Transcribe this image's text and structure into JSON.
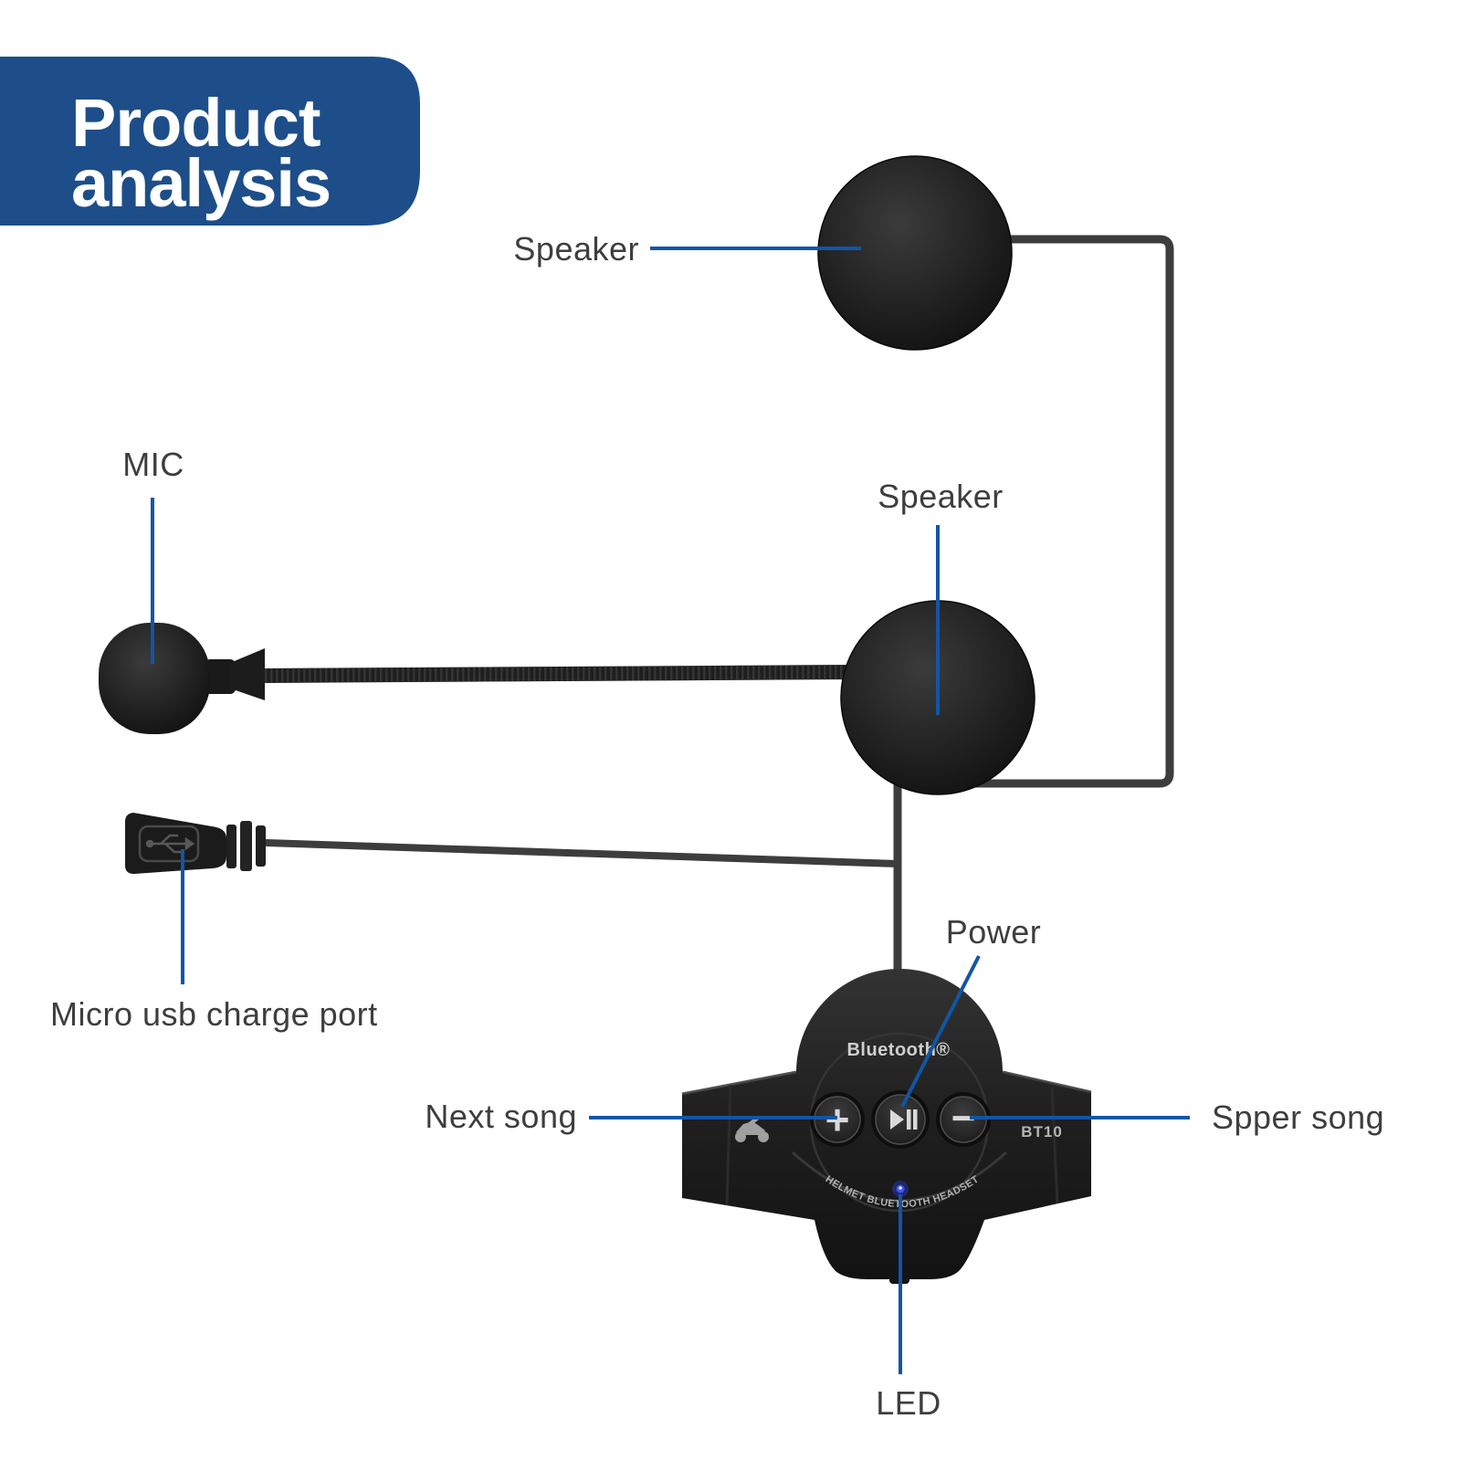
{
  "badge": {
    "line1": "Product",
    "line2": "analysis",
    "bg_color": "#1d4e8a",
    "text_color": "#ffffff"
  },
  "labels": {
    "speaker_top": "Speaker",
    "speaker_middle": "Speaker",
    "mic": "MIC",
    "usb": "Micro usb charge port",
    "power": "Power",
    "next_song": "Next song",
    "spper_song": "Spper song",
    "led": "LED"
  },
  "device": {
    "brand": "Bluetooth®",
    "model": "BT10",
    "curved_text": "HELMET BLUETOOTH HEADSET",
    "plus_label": "+",
    "minus_label": "−"
  },
  "colors": {
    "leader_line": "#1156a4",
    "wire": "#3d3d3d",
    "led_blue": "#3c55ff",
    "label_text": "#3e3e3e"
  }
}
